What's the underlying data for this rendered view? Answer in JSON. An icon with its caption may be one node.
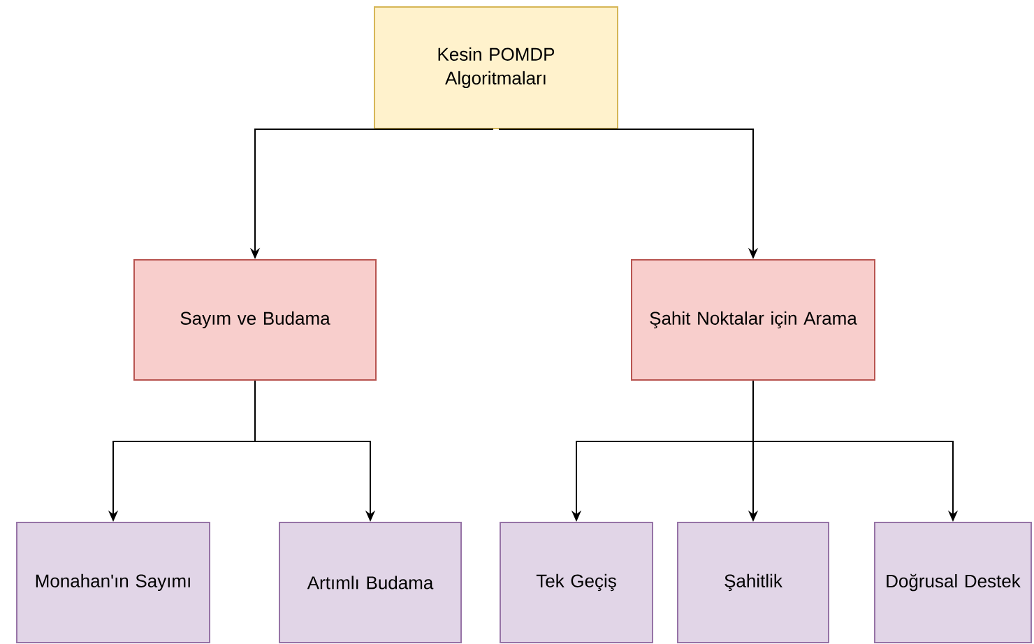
{
  "diagram": {
    "nodes": [
      {
        "text": [
          "Kesin POMDP Algoritmaları"
        ]
      },
      {
        "text": [
          "Sayım ve Budama"
        ]
      },
      {
        "text": [
          "Şahit Noktalar için Arama"
        ]
      },
      {
        "text": [
          "Monahan'ın Sayımı"
        ]
      },
      {
        "text": [
          "Artımlı Budama"
        ]
      },
      {
        "text": [
          "Tek Geçiş"
        ]
      },
      {
        "text": [
          "Şahitlik"
        ]
      },
      {
        "text": [
          "Doğrusal Destek"
        ]
      }
    ],
    "edges": [
      {
        "from": 0,
        "to": 1,
        "arrow": "to"
      },
      {
        "from": 0,
        "to": 2,
        "arrow": "to"
      },
      {
        "from": 1,
        "to": 3,
        "arrow": "to"
      },
      {
        "from": 1,
        "to": 4,
        "arrow": "to"
      },
      {
        "from": 2,
        "to": 5,
        "arrow": "to"
      },
      {
        "from": 2,
        "to": 6,
        "arrow": "to"
      },
      {
        "from": 2,
        "to": 7,
        "arrow": "to"
      }
    ]
  }
}
